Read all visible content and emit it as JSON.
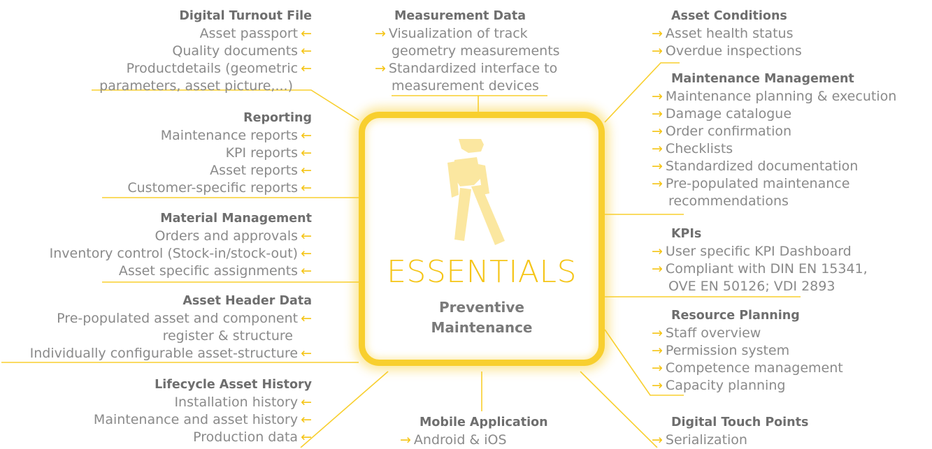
{
  "center": {
    "title": "ESSENTIALS",
    "subtitle_line1": "Preventive",
    "subtitle_line2": "Maintenance",
    "icon": "walking-person-icon",
    "accent_color": "#f8cf2e"
  },
  "arrows": {
    "left": "←",
    "right": "→"
  },
  "digital_turnout_file": {
    "heading": "Digital Turnout File",
    "items": [
      "Asset passport",
      "Quality documents",
      "Productdetails (geometric"
    ],
    "continuation": "parameters, asset picture,...)"
  },
  "reporting": {
    "heading": "Reporting",
    "items": [
      "Maintenance reports",
      "KPI reports",
      "Asset reports",
      "Customer-specific reports"
    ]
  },
  "material_management": {
    "heading": "Material Management",
    "items": [
      "Orders and approvals",
      "Inventory control (Stock-in/stock-out)",
      "Asset specific assignments"
    ]
  },
  "asset_header_data": {
    "heading": "Asset Header Data",
    "item1": "Pre-populated asset and component",
    "item1_cont": "register & structure",
    "item2": "Individually configurable asset-structure"
  },
  "lifecycle_asset_history": {
    "heading": "Lifecycle Asset History",
    "items": [
      "Installation history",
      "Maintenance and asset history",
      "Production data"
    ]
  },
  "measurement_data": {
    "heading": "Measurement Data",
    "item1": "Visualization of track",
    "item1_cont": "geometry measurements",
    "item2": "Standardized interface to",
    "item2_cont": "measurement devices"
  },
  "mobile_application": {
    "heading": "Mobile Application",
    "items": [
      "Android & iOS"
    ]
  },
  "asset_conditions": {
    "heading": "Asset Conditions",
    "items": [
      "Asset health status",
      "Overdue inspections"
    ]
  },
  "maintenance_management": {
    "heading": "Maintenance Management",
    "items": [
      "Maintenance planning & execution",
      "Damage catalogue",
      "Order confirmation",
      "Checklists",
      "Standardized documentation",
      "Pre-populated maintenance"
    ],
    "continuation": "recommendations"
  },
  "kpis": {
    "heading": "KPIs",
    "item1": "User specific KPI Dashboard",
    "item2": "Compliant with DIN EN 15341,",
    "item2_cont": "OVE EN 50126; VDI 2893"
  },
  "resource_planning": {
    "heading": "Resource Planning",
    "items": [
      "Staff overview",
      "Permission system",
      "Competence management",
      "Capacity planning"
    ]
  },
  "digital_touch_points": {
    "heading": "Digital Touch Points",
    "items": [
      "Serialization"
    ]
  }
}
